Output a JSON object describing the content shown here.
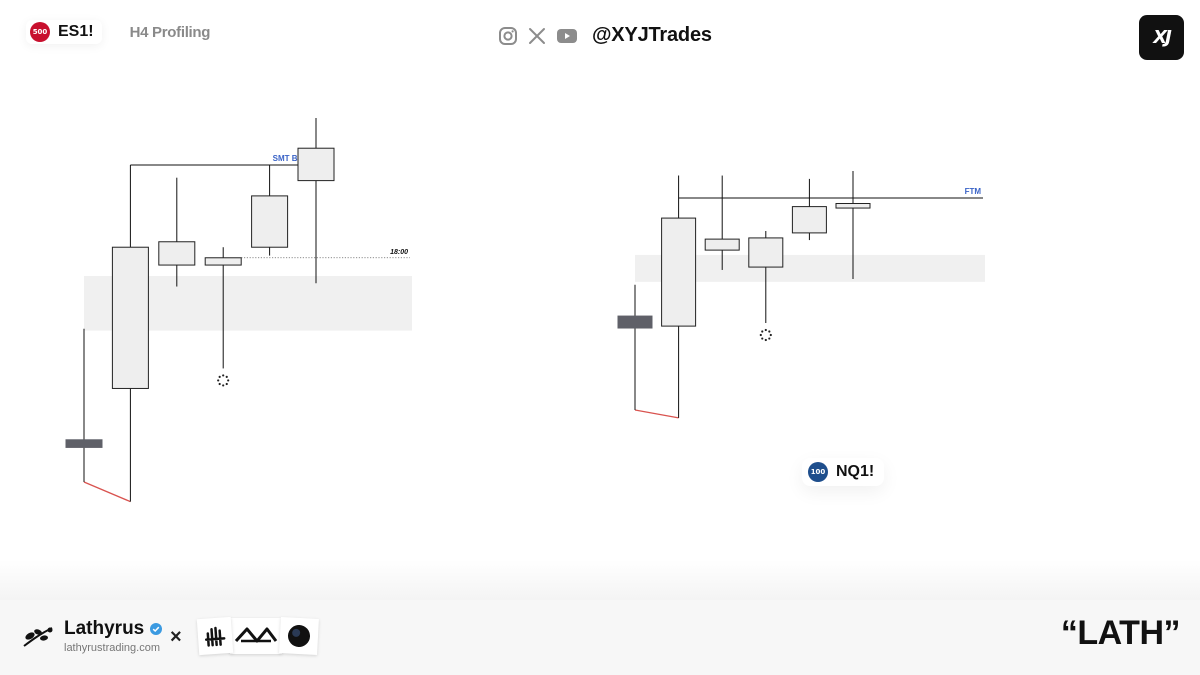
{
  "header": {
    "left_badge": "500",
    "left_symbol": "ES1!",
    "subtitle": "H4 Profiling",
    "handle": "@XYJTrades",
    "logo_text": "XJ",
    "icons": [
      "instagram-icon",
      "x-icon",
      "youtube-icon"
    ]
  },
  "colors": {
    "es_badge": "#c8102e",
    "nq_badge": "#1e4e8c",
    "bear_body": "#5f6068",
    "bull_body": "#eeeeee",
    "wick": "#111111",
    "zone": "#f0f0f0",
    "label_blue": "#3a63c7",
    "red_line": "#d9534f"
  },
  "chart_data": [
    {
      "type": "candlestick",
      "symbol": "ES1!",
      "y_domain": [
        0,
        100
      ],
      "candles": [
        {
          "index": 0,
          "open": 11.6,
          "close": 9.5,
          "high": 42.1,
          "low": 0
        },
        {
          "index": 1,
          "open": 25.7,
          "close": 64.5,
          "high": 87.1,
          "low": -5.4
        },
        {
          "index": 2,
          "open": 59.6,
          "close": 66.0,
          "high": 83.6,
          "low": 53.7
        },
        {
          "index": 3,
          "open": 59.6,
          "close": 61.6,
          "high": 64.5,
          "low": 31.2
        },
        {
          "index": 4,
          "open": 64.5,
          "close": 78.6,
          "high": 87.1,
          "low": 62.2
        },
        {
          "index": 5,
          "open": 82.8,
          "close": 91.7,
          "high": 100,
          "low": 54.6
        }
      ],
      "zone": {
        "low": 41.6,
        "high": 56.6
      },
      "annotations": [
        {
          "label": "SMT Break",
          "level": 87.1,
          "from_index": 1,
          "to_index": 5
        },
        {
          "label": "18:00",
          "level": 61.6,
          "from_index": 3,
          "style": "dotted"
        }
      ],
      "red_segment": {
        "from": [
          0,
          0
        ],
        "to": [
          1,
          -5.4
        ]
      },
      "marker": {
        "index": 3,
        "type": "spinner"
      }
    },
    {
      "type": "candlestick",
      "symbol": "NQ1!",
      "badge": "100",
      "y_domain": [
        0,
        100
      ],
      "candles": [
        {
          "index": 0,
          "open": 39.3,
          "close": 34.3,
          "high": 52.4,
          "low": 0
        },
        {
          "index": 1,
          "open": 35.1,
          "close": 80.3,
          "high": 98.1,
          "low": -3.3
        },
        {
          "index": 2,
          "open": 66.9,
          "close": 71.5,
          "high": 98.1,
          "low": 58.6
        },
        {
          "index": 3,
          "open": 59.8,
          "close": 72.0,
          "high": 74.9,
          "low": 36.4
        },
        {
          "index": 4,
          "open": 74.1,
          "close": 85.1,
          "high": 96.7,
          "low": 71.1
        },
        {
          "index": 5,
          "open": 84.5,
          "close": 86.4,
          "high": 100,
          "low": 54.8
        }
      ],
      "zone": {
        "low": 53.6,
        "high": 64.9
      },
      "annotations": [
        {
          "label": "FTM",
          "level": 88.7,
          "from_index": 1,
          "to_index": 6
        }
      ],
      "red_segment": {
        "from": [
          0,
          0
        ],
        "to": [
          1,
          -3.3
        ]
      },
      "marker": {
        "index": 3,
        "type": "spinner"
      }
    }
  ],
  "footer": {
    "brand_name": "Lathyrus",
    "brand_url": "lathyrustrading.com",
    "cross": "×",
    "quote": "“LATH”"
  }
}
